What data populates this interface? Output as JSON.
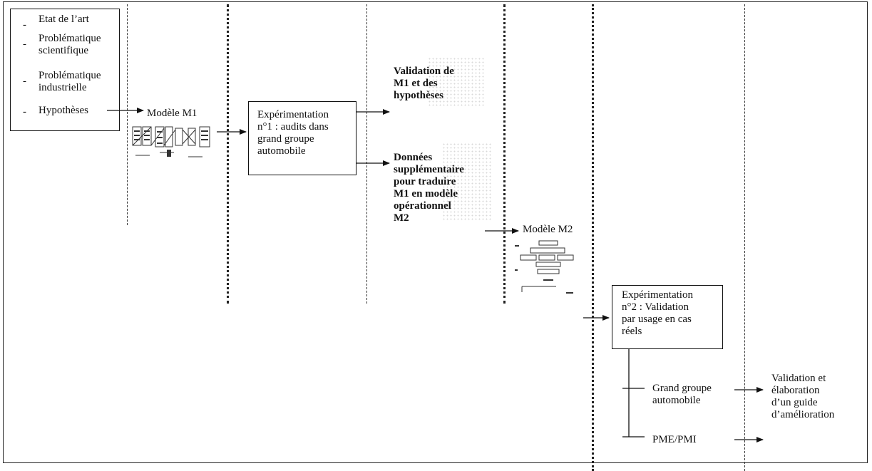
{
  "context_list": [
    "Etat de l’art",
    "Problématique\nscientifique",
    "Problématique\nindustrielle",
    "Hypothèses"
  ],
  "model_m1": {
    "label": "Modèle M1"
  },
  "experiment1": {
    "label": "Expérimentation\nn°1 : audits dans\ngrand groupe\nautomobile"
  },
  "validation_m1": {
    "label": "Validation de\nM1 et des\nhypothèses"
  },
  "additional_data": {
    "label": "Données\nsupplémentaire\npour traduire\nM1 en modèle\nopérationnel\nM2"
  },
  "model_m2": {
    "label": "Modèle M2"
  },
  "experiment2": {
    "label": "Expérimentation\nn°2 : Validation\npar usage en cas\nréels"
  },
  "branch_large_group": {
    "label": "Grand groupe\nautomobile"
  },
  "branch_sme": {
    "label": "PME/PMI"
  },
  "final_outcome": {
    "label": "Validation et\nélaboration\nd’un guide\nd’amélioration"
  }
}
